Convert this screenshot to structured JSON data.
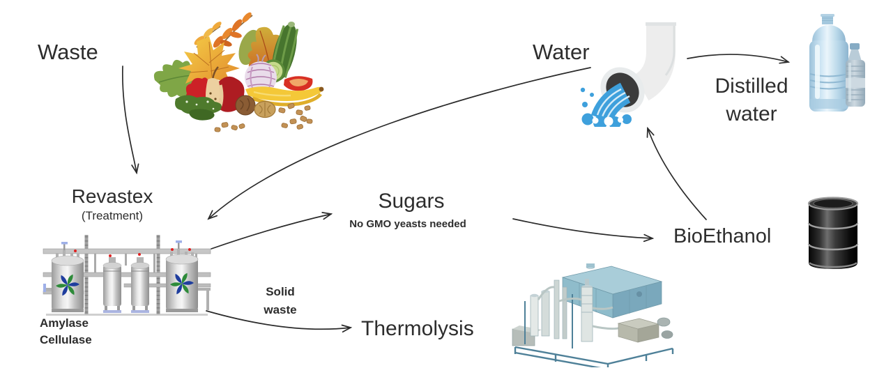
{
  "diagram": {
    "nodes": {
      "waste": {
        "label": "Waste"
      },
      "water": {
        "label": "Water"
      },
      "distilled_water": {
        "line1": "Distilled",
        "line2": "water"
      },
      "revastex": {
        "title": "Revastex",
        "subtitle": "(Treatment)",
        "enzyme_line1": "Amylase",
        "enzyme_line2": "Cellulase"
      },
      "sugars": {
        "title": "Sugars",
        "subtitle": "No GMO yeasts needed"
      },
      "bioethanol": {
        "label": "BioEthanol"
      },
      "solid_waste": {
        "line1": "Solid",
        "line2": "waste"
      },
      "thermolysis": {
        "label": "Thermolysis"
      }
    },
    "icons": {
      "food_waste": "food-waste-illustration",
      "treatment_plant": "treatment-plant-illustration",
      "water_pipe": "water-pipe-illustration",
      "water_bottles": "water-bottles-illustration",
      "oil_barrel": "oil-barrel-illustration",
      "thermolysis_plant": "thermolysis-plant-illustration"
    },
    "edges": [
      {
        "from": "Waste",
        "to": "Revastex"
      },
      {
        "from": "Water",
        "to": "Revastex"
      },
      {
        "from": "Revastex",
        "to": "Sugars"
      },
      {
        "from": "Sugars",
        "to": "BioEthanol"
      },
      {
        "from": "BioEthanol",
        "to": "Water"
      },
      {
        "from": "Water",
        "to": "Distilled water"
      },
      {
        "from": "Revastex",
        "to": "Thermolysis",
        "label": "Solid waste"
      }
    ],
    "colors": {
      "text": "#2d2d2d",
      "arrow": "#2a2a2a",
      "water_blue": "#3ea0dc",
      "pipe_white": "#ededed",
      "logo_blue": "#1f3e9e",
      "logo_green": "#2e8b3a",
      "plant_teal": "#7aa8bc",
      "barrel_black": "#1a1a1a",
      "jug_blue": "#aecfe8"
    }
  }
}
